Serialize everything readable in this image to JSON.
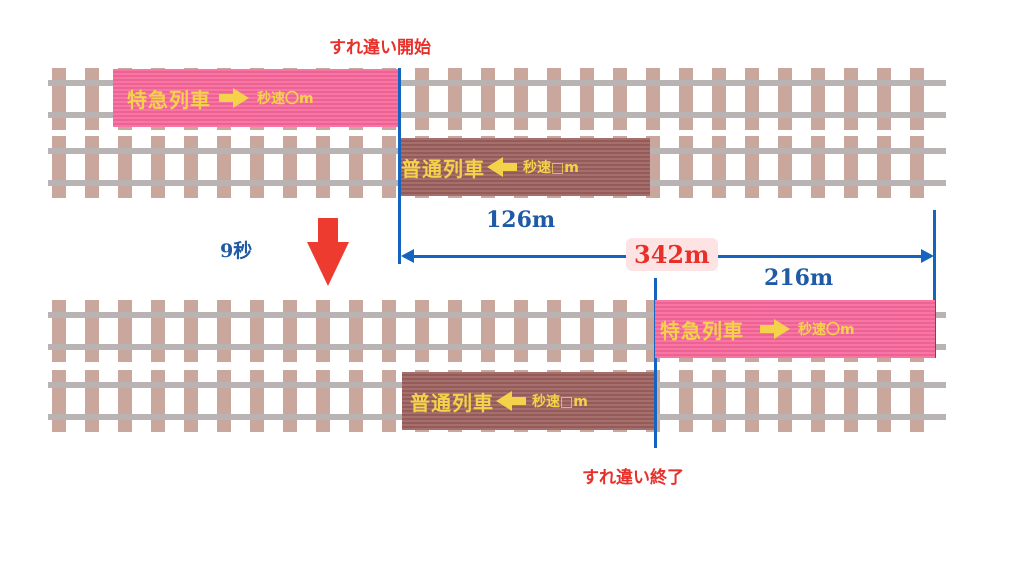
{
  "labels": {
    "start": "すれ違い開始",
    "end": "すれ違い終了",
    "time": "9秒",
    "local_length": "126m",
    "express_length": "216m",
    "total": "342m"
  },
  "trains": {
    "express": {
      "name": "特急列車",
      "speed": "秒速〇m",
      "direction": "right"
    },
    "local": {
      "name": "普通列車",
      "speed": "秒速□m",
      "direction": "left"
    }
  },
  "colors": {
    "express_body": "#f7669a",
    "local_body": "#9a5f5c",
    "train_text": "#f4d24a",
    "label_red": "#e8302b",
    "dimension_blue": "#1565c0",
    "sleeper": "#c9a79c",
    "rail": "#b9b3b3",
    "badge_bg": "#fde3e3"
  },
  "icons": {
    "time_arrow": "down-arrow-icon",
    "express_direction": "right-arrow-icon",
    "local_direction": "left-arrow-icon"
  }
}
